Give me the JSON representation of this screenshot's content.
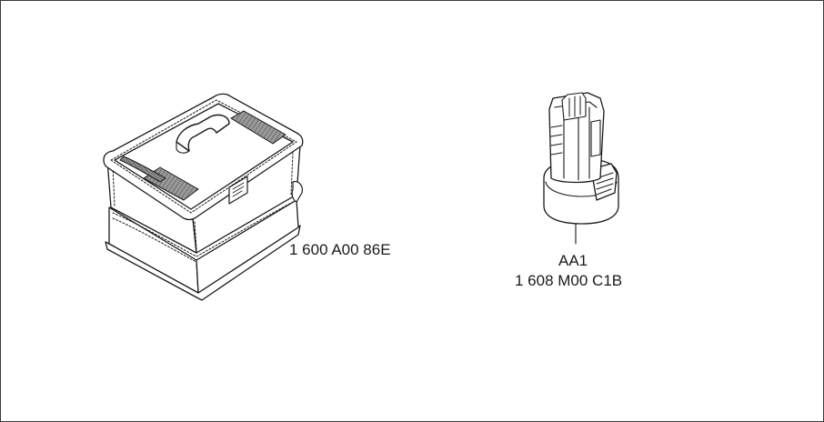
{
  "items": {
    "bag": {
      "icon": "carrying-case-icon",
      "part_number": "1 600 A00 86E"
    },
    "battery": {
      "icon": "battery-pack-icon",
      "name": "AA1",
      "part_number": "1 608 M00 C1B"
    }
  },
  "colors": {
    "line": "#1a1a1a",
    "fabric_dark": "#7a7a7a",
    "border": "#3a3a3a"
  }
}
